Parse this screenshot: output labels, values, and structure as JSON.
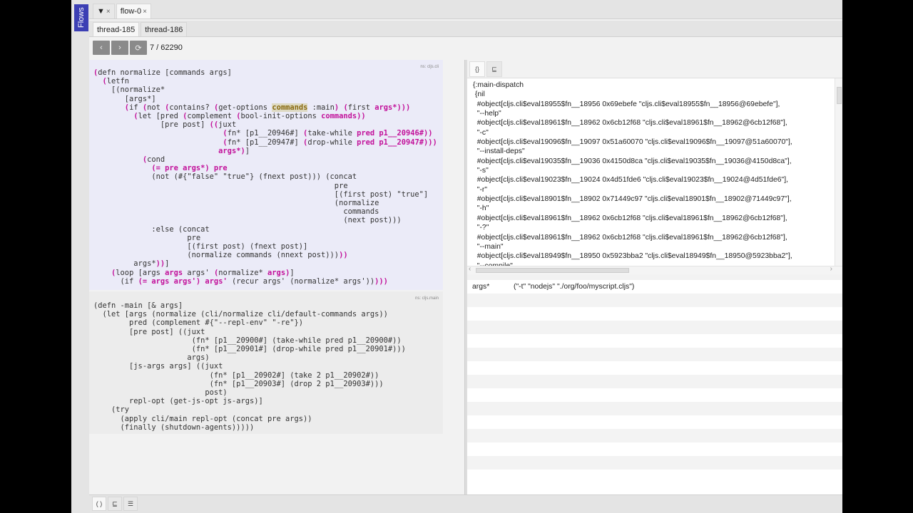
{
  "sidebar": {
    "flows_label": "Flows"
  },
  "top_tabs": [
    {
      "label": "▼",
      "close": "×"
    },
    {
      "label": "flow-0",
      "close": "×"
    }
  ],
  "thread_tabs": [
    "thread-185",
    "thread-186"
  ],
  "nav": {
    "prev": "‹",
    "next": "›",
    "reload": "⟳",
    "counter": "7 / 62290"
  },
  "forms": [
    {
      "ns": "ns: cljs.cli",
      "lines": [
        [
          [
            "(",
            "h"
          ],
          [
            "defn normalize [commands args]",
            ""
          ]
        ],
        [
          [
            "  ",
            ""
          ],
          [
            "(",
            "h"
          ],
          [
            "letfn",
            ""
          ]
        ],
        [
          [
            "    [(normalize*",
            ""
          ]
        ],
        [
          [
            "       [args*]",
            ""
          ]
        ],
        [
          [
            "       ",
            ""
          ],
          [
            "(",
            "h"
          ],
          [
            "if ",
            ""
          ],
          [
            "(",
            "h"
          ],
          [
            "not ",
            ""
          ],
          [
            "(",
            "h"
          ],
          [
            "contains? ",
            ""
          ],
          [
            "(",
            "h"
          ],
          [
            "get-options ",
            ""
          ],
          [
            "commands",
            "c"
          ],
          [
            " :main",
            ""
          ],
          [
            ")",
            "h"
          ],
          [
            " ",
            ""
          ],
          [
            "(",
            "h"
          ],
          [
            "first ",
            ""
          ],
          [
            "args*)))",
            "h"
          ]
        ],
        [
          [
            "         ",
            ""
          ],
          [
            "(",
            "h"
          ],
          [
            "let [pred ",
            ""
          ],
          [
            "(",
            "h"
          ],
          [
            "complement ",
            ""
          ],
          [
            "(",
            "h"
          ],
          [
            "bool-init-options ",
            ""
          ],
          [
            "commands))",
            "h"
          ]
        ],
        [
          [
            "               [pre post] ",
            ""
          ],
          [
            "((",
            "h"
          ],
          [
            "juxt",
            ""
          ]
        ],
        [
          [
            "                             ",
            ""
          ],
          [
            "(",
            "h"
          ],
          [
            "fn* [p1__20946#] ",
            ""
          ],
          [
            "(",
            "h"
          ],
          [
            "take-while ",
            ""
          ],
          [
            "pred p1__20946#))",
            "h"
          ]
        ],
        [
          [
            "                             ",
            ""
          ],
          [
            "(",
            "h"
          ],
          [
            "fn* [p1__20947#] ",
            ""
          ],
          [
            "(",
            "h"
          ],
          [
            "drop-while ",
            ""
          ],
          [
            "pred p1__20947#)))",
            "h"
          ]
        ],
        [
          [
            "                            ",
            ""
          ],
          [
            "args*)",
            "h"
          ],
          [
            "]",
            ""
          ]
        ],
        [
          [
            "           ",
            ""
          ],
          [
            "(",
            "h"
          ],
          [
            "cond",
            ""
          ]
        ],
        [
          [
            "             ",
            ""
          ],
          [
            "(= pre args*) pre",
            "h"
          ]
        ],
        [
          [
            "             (not (#{\"false\" \"true\"} (fnext post))) (concat",
            ""
          ]
        ],
        [
          [
            "                                                      pre",
            ""
          ]
        ],
        [
          [
            "                                                      [(first post) \"true\"]",
            ""
          ]
        ],
        [
          [
            "                                                      (normalize",
            ""
          ]
        ],
        [
          [
            "                                                        commands",
            ""
          ]
        ],
        [
          [
            "                                                        (next post)))",
            ""
          ]
        ],
        [
          [
            "             :else (concat",
            ""
          ]
        ],
        [
          [
            "                     pre",
            ""
          ]
        ],
        [
          [
            "                     [(first post) (fnext post)]",
            ""
          ]
        ],
        [
          [
            "                     (normalize commands (nnext post)))",
            ""
          ],
          [
            "))",
            "h"
          ]
        ],
        [
          [
            "         args*",
            ""
          ],
          [
            "))",
            "h"
          ],
          [
            "]",
            ""
          ]
        ],
        [
          [
            "    ",
            ""
          ],
          [
            "(",
            "h"
          ],
          [
            "loop [args ",
            ""
          ],
          [
            "args",
            "h"
          ],
          [
            " args' ",
            ""
          ],
          [
            "(",
            "h"
          ],
          [
            "normalize* ",
            ""
          ],
          [
            "args)",
            "h"
          ],
          [
            "]",
            ""
          ]
        ],
        [
          [
            "      (if ",
            ""
          ],
          [
            "(= args args')",
            "h"
          ],
          [
            " ",
            ""
          ],
          [
            "args'",
            "h"
          ],
          [
            " (recur args' (normalize* args'))",
            ""
          ],
          [
            ")))",
            "h"
          ]
        ]
      ]
    },
    {
      "ns": "ns: cljs.main",
      "lines": [
        [
          [
            "(defn -main [& args]",
            ""
          ]
        ],
        [
          [
            "  (let [args (normalize (cli/normalize cli/default-commands args))",
            ""
          ]
        ],
        [
          [
            "        pred (complement #{\"--repl-env\" \"-re\"})",
            ""
          ]
        ],
        [
          [
            "        [pre post] ((juxt",
            ""
          ]
        ],
        [
          [
            "                      (fn* [p1__20900#] (take-while pred p1__20900#))",
            ""
          ]
        ],
        [
          [
            "                      (fn* [p1__20901#] (drop-while pred p1__20901#)))",
            ""
          ]
        ],
        [
          [
            "                     args)",
            ""
          ]
        ],
        [
          [
            "        [js-args args] ((juxt",
            ""
          ]
        ],
        [
          [
            "                          (fn* [p1__20902#] (take 2 p1__20902#))",
            ""
          ]
        ],
        [
          [
            "                          (fn* [p1__20903#] (drop 2 p1__20903#)))",
            ""
          ]
        ],
        [
          [
            "                         post)",
            ""
          ]
        ],
        [
          [
            "        repl-opt (get-js-opt js-args)]",
            ""
          ]
        ],
        [
          [
            "    (try",
            ""
          ]
        ],
        [
          [
            "      (apply cli/main repl-opt (concat pre args))",
            ""
          ]
        ],
        [
          [
            "      (finally (shutdown-agents)))))",
            ""
          ]
        ]
      ]
    }
  ],
  "value_tabs": [
    "{}",
    "⊑"
  ],
  "value_text": "{:main-dispatch\n {nil\n  #object[cljs.cli$eval18955$fn__18956 0x69ebefe \"cljs.cli$eval18955$fn__18956@69ebefe\"],\n  \"--help\"\n  #object[cljs.cli$eval18961$fn__18962 0x6cb12f68 \"cljs.cli$eval18961$fn__18962@6cb12f68\"],\n  \"-c\"\n  #object[cljs.cli$eval19096$fn__19097 0x51a60070 \"cljs.cli$eval19096$fn__19097@51a60070\"],\n  \"--install-deps\"\n  #object[cljs.cli$eval19035$fn__19036 0x4150d8ca \"cljs.cli$eval19035$fn__19036@4150d8ca\"],\n  \"-s\"\n  #object[cljs.cli$eval19023$fn__19024 0x4d51fde6 \"cljs.cli$eval19023$fn__19024@4d51fde6\"],\n  \"-r\"\n  #object[cljs.cli$eval18901$fn__18902 0x71449c97 \"cljs.cli$eval18901$fn__18902@71449c97\"],\n  \"-h\"\n  #object[cljs.cli$eval18961$fn__18962 0x6cb12f68 \"cljs.cli$eval18961$fn__18962@6cb12f68\"],\n  \"-?\"\n  #object[cljs.cli$eval18961$fn__18962 0x6cb12f68 \"cljs.cli$eval18961$fn__18962@6cb12f68\"],\n  \"--main\"\n  #object[cljs.cli$eval18949$fn__18950 0x5923bba2 \"cljs.cli$eval18949$fn__18950@5923bba2\"],\n  \"--compile\"",
  "locals": [
    {
      "name": "args*",
      "value": "(\"-t\" \"nodejs\" \"./org/foo/myscript.cljs\")"
    }
  ],
  "bottom_tabs": [
    "( )",
    "⊑",
    "☰"
  ],
  "colors": {
    "accent": "#3c3fb4",
    "highlight": "#c2119a",
    "form_bg": "#ebebf8"
  }
}
